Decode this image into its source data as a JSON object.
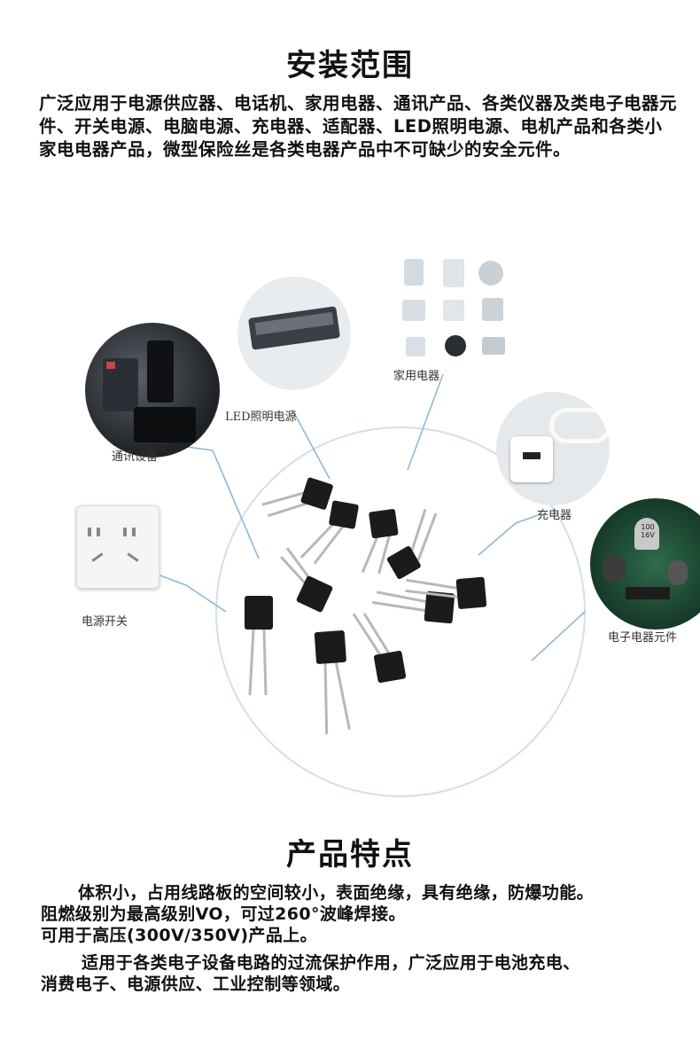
{
  "section1": {
    "title": "安装范围",
    "paragraph": "广泛应用于电源供应器、电话机、家用电器、通讯产品、各类仪器及类电子电器元件、开关电源、电脑电源、充电器、适配器、LED照明电源、电机产品和各类小家电电器产品，微型保险丝是各类电器产品中不可缺少的安全元件。"
  },
  "diagram": {
    "labels": {
      "comm": "通讯设备",
      "led": "LED照明电源",
      "appliance": "家用电器",
      "charger": "充电器",
      "switch": "电源开关",
      "electronic": "电子电器元件"
    },
    "capacitor_text": "100 16V"
  },
  "section2": {
    "title": "产品特点",
    "lines": [
      "体积小，占用线路板的空间较小，表面绝缘，具有绝缘，防爆功能。",
      "阻燃级别为最高级别VO，可过260°波峰焊接。",
      "可用于高压(300V/350V)产品上。",
      "适用于各类电子设备电路的过流保护作用，广泛应用于电池充电、",
      "消费电子、电源供应、工业控制等领域。"
    ]
  },
  "colors": {
    "text": "#111111",
    "connector": "#8fb8d8",
    "fuse": "#1b1b1b"
  }
}
